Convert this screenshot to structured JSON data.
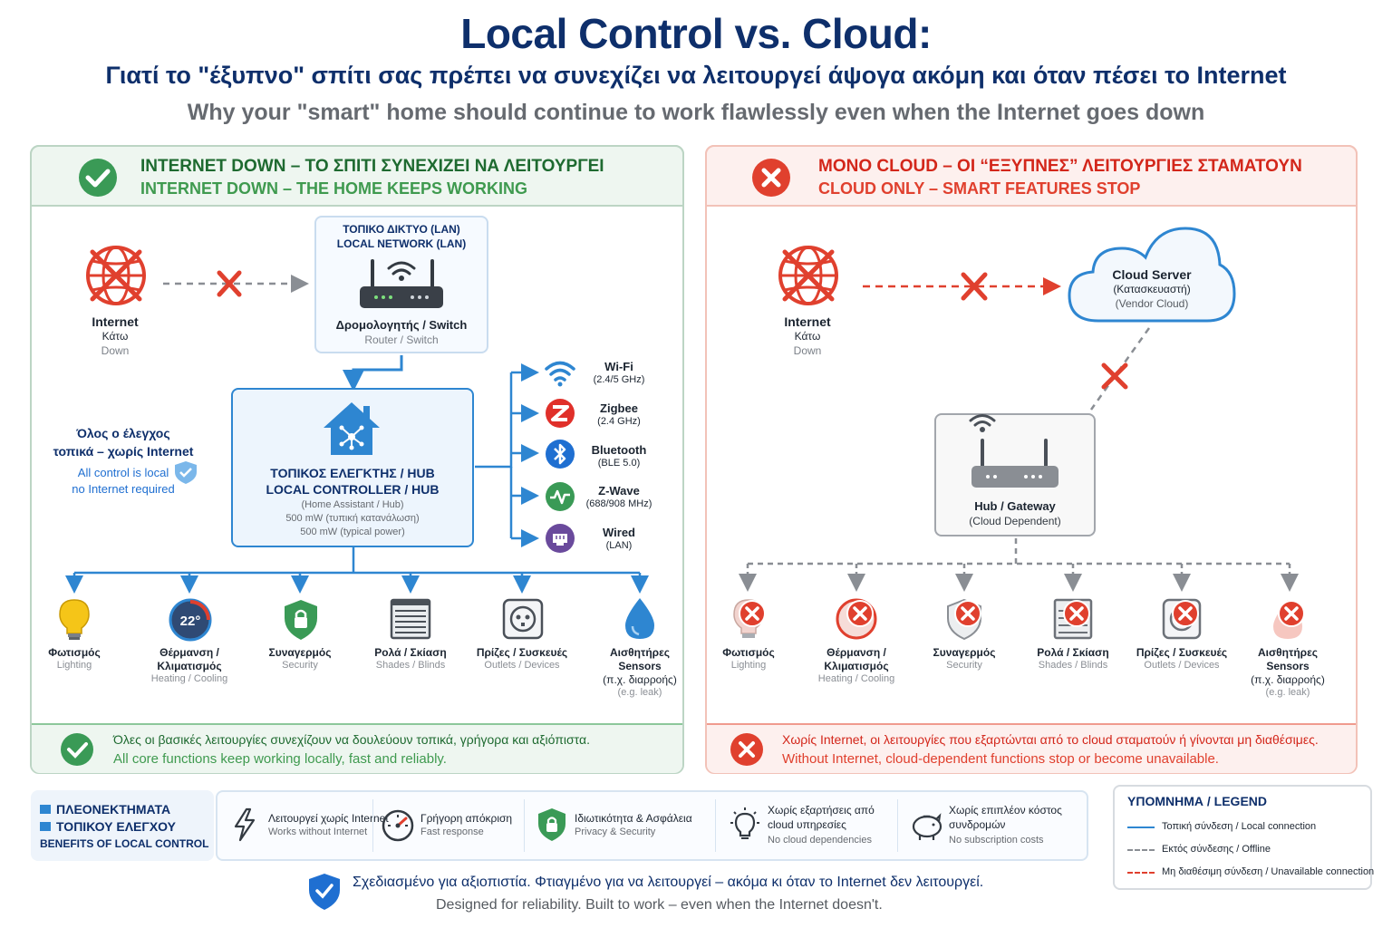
{
  "header": {
    "title": "Local Control vs. Cloud:",
    "subtitle_gr": "Γιατί το \"έξυπνο\" σπίτι σας πρέπει να συνεχίζει να λειτουργεί άψογα ακόμη και όταν πέσει το Internet",
    "subtitle_en": "Why your \"smart\" home should continue to work flawlessly even when the Internet goes down"
  },
  "left_panel": {
    "heading_gr": "INTERNET DOWN – ΤΟ ΣΠΙΤΙ ΣΥΝΕΧΙΖΕΙ ΝΑ ΛΕΙΤΟΥΡΓΕΙ",
    "heading_en": "INTERNET DOWN – THE HOME KEEPS WORKING",
    "internet": {
      "label": "Internet",
      "gr": "Κάτω",
      "en": "Down"
    },
    "lan": {
      "title_gr": "ΤΟΠΙΚΟ ΔΙΚΤΥΟ (LAN)",
      "title_en": "LOCAL NETWORK (LAN)",
      "device_gr": "Δρομολογητής / Switch",
      "device_en": "Router / Switch"
    },
    "hub": {
      "title_gr": "ΤΟΠΙΚΟΣ ΕΛΕΓΚΤΗΣ / HUB",
      "title_en": "LOCAL CONTROLLER / HUB",
      "line1": "(Home Assistant / Hub)",
      "line2": "500 mW (τυπική κατανάλωση)",
      "line3": "500 mW (typical power)"
    },
    "note": {
      "gr1": "Όλος ο έλεγχος",
      "gr2": "τοπικά – χωρίς Internet",
      "en1": "All control is local",
      "en2": "no Internet required"
    },
    "protocols": [
      {
        "name": "Wi-Fi",
        "detail": "(2.4/5 GHz)",
        "icon": "wifi-icon",
        "color": "#2e86d1"
      },
      {
        "name": "Zigbee",
        "detail": "(2.4 GHz)",
        "icon": "zigbee-icon",
        "color": "#e0302a"
      },
      {
        "name": "Bluetooth",
        "detail": "(BLE 5.0)",
        "icon": "bluetooth-icon",
        "color": "#1f6fd1"
      },
      {
        "name": "Z-Wave",
        "detail": "(688/908 MHz)",
        "icon": "zwave-icon",
        "color": "#3a9a56"
      },
      {
        "name": "Wired",
        "detail": "(LAN)",
        "icon": "ethernet-icon",
        "color": "#6a4a9c"
      }
    ],
    "devices": [
      {
        "gr": "Φωτισμός",
        "en": "Lighting"
      },
      {
        "gr": "Θέρμανση /",
        "gr2": "Κλιματισμός",
        "en": "Heating / Cooling",
        "temp": "22°"
      },
      {
        "gr": "Συναγερμός",
        "en": "Security"
      },
      {
        "gr": "Ρολά / Σκίαση",
        "en": "Shades / Blinds"
      },
      {
        "gr": "Πρίζες / Συσκευές",
        "en": "Outlets / Devices"
      },
      {
        "gr": "Αισθητήρες",
        "gr2": "Sensors",
        "gr3": "(π.χ. διαρροής)",
        "en": "(e.g. leak)"
      }
    ],
    "footer_gr": "Όλες οι βασικές λειτουργίες συνεχίζουν να δουλεύουν τοπικά, γρήγορα και αξιόπιστα.",
    "footer_en": "All core functions keep working locally, fast and reliably."
  },
  "right_panel": {
    "heading_gr": "ΜΟΝΟ CLOUD – ΟΙ “ΕΞΥΠΝΕΣ” ΛΕΙΤΟΥΡΓΙΕΣ ΣΤΑΜΑΤΟΥΝ",
    "heading_en": "CLOUD ONLY – SMART FEATURES STOP",
    "internet": {
      "label": "Internet",
      "gr": "Κάτω",
      "en": "Down"
    },
    "cloud": {
      "line1": "Cloud Server",
      "line2": "(Κατασκευαστή)",
      "line3": "(Vendor Cloud)"
    },
    "gateway": {
      "line1": "Hub / Gateway",
      "line2": "(Cloud Dependent)"
    },
    "devices": [
      {
        "gr": "Φωτισμός",
        "en": "Lighting"
      },
      {
        "gr": "Θέρμανση /",
        "gr2": "Κλιματισμός",
        "en": "Heating / Cooling"
      },
      {
        "gr": "Συναγερμός",
        "en": "Security"
      },
      {
        "gr": "Ρολά / Σκίαση",
        "en": "Shades / Blinds"
      },
      {
        "gr": "Πρίζες / Συσκευές",
        "en": "Outlets / Devices"
      },
      {
        "gr": "Αισθητήρες",
        "gr2": "Sensors",
        "gr3": "(π.χ. διαρροής)",
        "en": "(e.g. leak)"
      }
    ],
    "footer_gr": "Χωρίς Internet, οι λειτουργίες που εξαρτώνται από το cloud σταματούν ή γίνονται μη διαθέσιμες.",
    "footer_en": "Without Internet, cloud-dependent functions stop or become unavailable."
  },
  "benefits": {
    "title_gr1": "ΠΛΕΟΝΕΚΤΗΜΑΤΑ",
    "title_gr2": "ΤΟΠΙΚΟΥ ΕΛΕΓΧΟΥ",
    "title_en": "BENEFITS OF LOCAL CONTROL",
    "items": [
      {
        "gr": "Λειτουργεί χωρίς Internet",
        "en": "Works without Internet",
        "icon": "lightning-icon"
      },
      {
        "gr": "Γρήγορη απόκριση",
        "en": "Fast response",
        "icon": "speedometer-icon"
      },
      {
        "gr": "Ιδιωτικότητα & Ασφάλεια",
        "en": "Privacy & Security",
        "icon": "lock-shield-icon"
      },
      {
        "gr": "Χωρίς εξαρτήσεις από",
        "gr2": "cloud υπηρεσίες",
        "en": "No cloud dependencies",
        "icon": "lightbulb-icon"
      },
      {
        "gr": "Χωρίς επιπλέον κόστος",
        "gr2": "συνδρομών",
        "en": "No subscription costs",
        "icon": "piggy-bank-icon"
      }
    ]
  },
  "legend": {
    "title": "ΥΠΟΜΝΗΜΑ / LEGEND",
    "items": [
      {
        "label": "Τοπική σύνδεση / Local connection",
        "color": "#2e86d1",
        "style": "solid"
      },
      {
        "label": "Εκτός σύνδεσης / Offline",
        "color": "#8a8e94",
        "style": "dashed"
      },
      {
        "label": "Μη διαθέσιμη σύνδεση / Unavailable connection",
        "color": "#e0402e",
        "style": "dashed"
      }
    ]
  },
  "closing": {
    "gr": "Σχεδιασμένο για αξιοπιστία. Φτιαγμένο για να λειτουργεί – ακόμα κι όταν το Internet δεν λειτουργεί.",
    "en": "Designed for reliability. Built to work – even when the Internet doesn't."
  },
  "colors": {
    "navy": "#0e2f6b",
    "ok_green": "#3a9a56",
    "fail_red": "#e0402e",
    "local_blue": "#2e86d1"
  }
}
